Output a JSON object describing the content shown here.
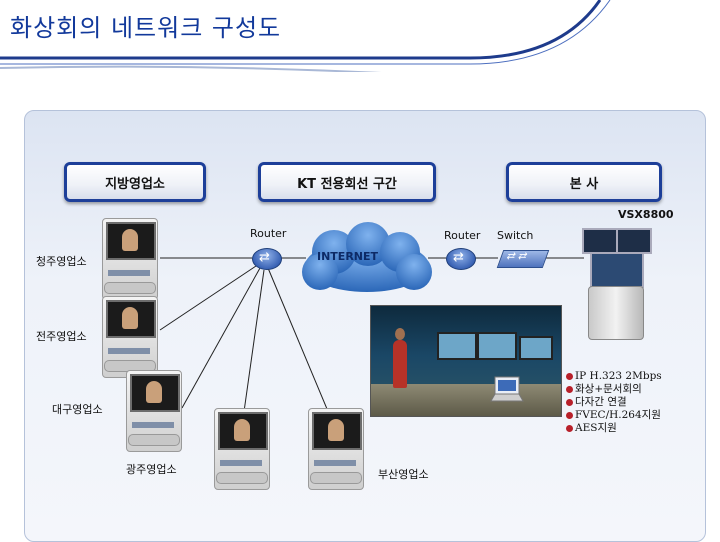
{
  "page": {
    "title": "화상회의 네트워크 구성도"
  },
  "headers": {
    "regional": "지방영업소",
    "kt_line": "KT 전용회선 구간",
    "hq": "본 사"
  },
  "labels": {
    "vsx": "VSX8800",
    "router_left": "Router",
    "router_right": "Router",
    "switch": "Switch",
    "internet": "INTERNET"
  },
  "offices": {
    "cheongju": "청주영업소",
    "jeonju": "전주영업소",
    "daegu": "대구영업소",
    "gwangju": "광주영업소",
    "busan": "부산영업소"
  },
  "features": [
    "IP H.323 2Mbps",
    "화상+문서회의",
    "다자간 연결",
    "FVEC/H.264지원",
    "AES지원"
  ],
  "colors": {
    "title": "#12399b",
    "header_border": "#1d3f99",
    "cloud": "#2f74c9",
    "bullet": "#b8202a"
  },
  "icons": [
    "router-icon",
    "switch-icon",
    "cloud-icon",
    "video-terminal-icon",
    "laptop-icon"
  ]
}
